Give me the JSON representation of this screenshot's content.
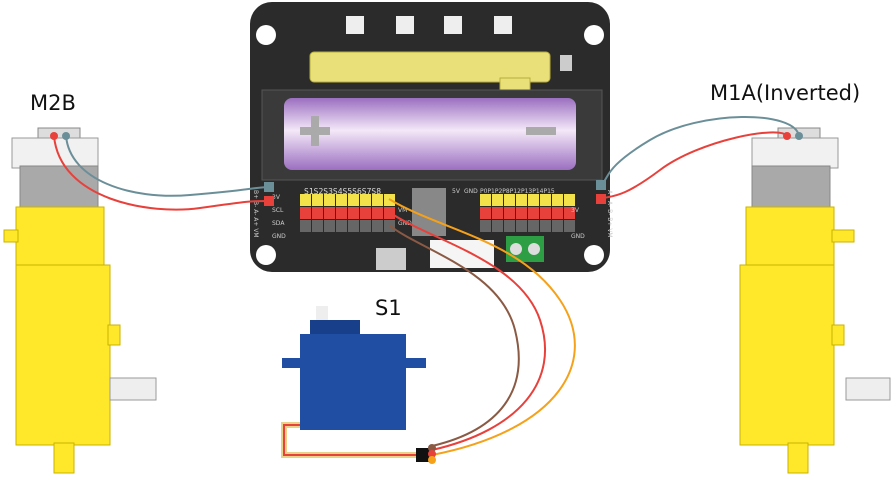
{
  "labels": {
    "left_motor": "M2B",
    "right_motor": "M1A(Inverted)",
    "servo": "S1"
  },
  "board": {
    "servo_header_labels": "S1S2S3S4S5S6S7S8",
    "gpio_header_labels": "P0P1P2P8P12P13P14P15",
    "left_pins": [
      "3V",
      "SCL",
      "SDA",
      "GND"
    ],
    "left_motor_terminal": "B+ B- A- A+ VM",
    "right_motor_terminal": "A+ A- B- B+ VM",
    "power_labels": [
      "5V",
      "GND"
    ],
    "servo_rail_labels": [
      "VM",
      "GND"
    ],
    "right_rails": [
      "3V",
      "GND"
    ]
  },
  "colors": {
    "motor_yellow": "#ffe82a",
    "servo_blue": "#1f4ea3",
    "wire_red": "#e8413b",
    "wire_grey": "#6b8f99",
    "wire_orange": "#f5a11a",
    "wire_brown": "#8a5a44",
    "board": "#2b2b2b"
  }
}
